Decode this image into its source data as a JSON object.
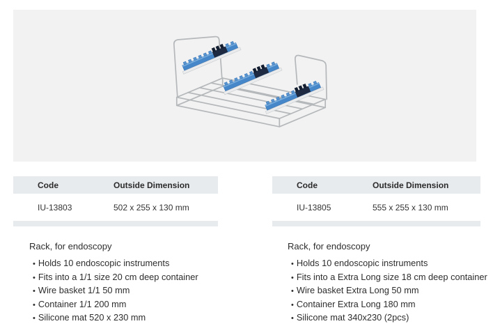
{
  "ui": {
    "bullet": "•"
  },
  "colors": {
    "panel_bg": "#f2f2f2",
    "table_band": "#e8ebee",
    "text": "#2b2b2b",
    "rail_blue": "#4687c9",
    "rail_dark": "#1d2a42",
    "wire_gray": "#b5b8ba"
  },
  "photo": {
    "alt": "Stainless steel wire rack for endoscopy with three blue slotted instrument rails"
  },
  "products": [
    {
      "table": {
        "code_header": "Code",
        "dimension_header": "Outside Dimension",
        "code": "IU-13803",
        "dimension": "502 x 255 x 130 mm"
      },
      "title": "Rack, for endoscopy",
      "features": [
        "Holds 10 endoscopic instruments",
        "Fits into a 1/1 size 20 cm deep container",
        "Wire basket 1/1 50 mm",
        "Container 1/1 200 mm",
        "Silicone mat 520 x 230 mm"
      ]
    },
    {
      "table": {
        "code_header": "Code",
        "dimension_header": "Outside Dimension",
        "code": "IU-13805",
        "dimension": "555 x 255 x 130 mm"
      },
      "title": "Rack, for endoscopy",
      "features": [
        "Holds 10 endoscopic instruments",
        "Fits into a Extra Long size 18 cm deep container",
        "Wire basket Extra Long 50 mm",
        "Container Extra Long 180 mm",
        "Silicone mat 340x230 (2pcs)"
      ]
    }
  ]
}
